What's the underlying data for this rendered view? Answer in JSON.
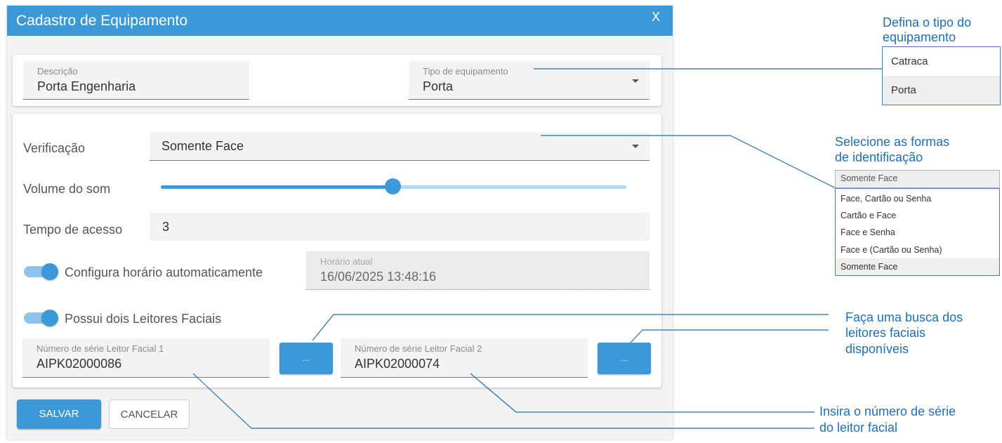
{
  "dialog": {
    "title": "Cadastro de Equipamento",
    "close_label": "X"
  },
  "form": {
    "descricao": {
      "label": "Descrição",
      "value": "Porta Engenharia"
    },
    "tipo": {
      "label": "Tipo de equipamento",
      "value": "Porta"
    },
    "verificacao": {
      "label": "Verificação",
      "value": "Somente Face"
    },
    "volume": {
      "label": "Volume do som",
      "level_fraction": 0.5
    },
    "tempo": {
      "label": "Tempo de acesso",
      "value": "3"
    },
    "auto_time": {
      "label": "Configura horário automaticamente",
      "on": true
    },
    "horario": {
      "label": "Horário atual",
      "value": "16/06/2025 13:48:16"
    },
    "dois_leitores": {
      "label": "Possui dois Leitores Faciais",
      "on": true
    },
    "leitor1": {
      "label": "Número de série Leitor Facial 1",
      "value": "AIPK02000086"
    },
    "leitor2": {
      "label": "Número de série Leitor Facial 2",
      "value": "AIPK02000074"
    },
    "search_label": "..."
  },
  "actions": {
    "save": "SALVAR",
    "cancel": "CANCELAR"
  },
  "annotations": {
    "tipo_hint_line1": "Defina o tipo do",
    "tipo_hint_line2": "equipamento",
    "tipo_options": [
      "Catraca",
      "Porta"
    ],
    "verif_hint_line1": "Selecione as formas",
    "verif_hint_line2": "de identificação",
    "verif_selected": "Somente Face",
    "verif_options": [
      "Face, Cartão ou Senha",
      "Cartão e Face",
      "Face e Senha",
      "Face e (Cartão ou Senha)",
      "Somente Face"
    ],
    "busca_line1": "Faça uma busca dos",
    "busca_line2": "leitores faciais",
    "busca_line3": "disponíveis",
    "serie_line1": "Insira o número de série",
    "serie_line2": "do leitor facial"
  },
  "colors": {
    "accent": "#3d98d8",
    "annotation": "#1f6fb5"
  }
}
